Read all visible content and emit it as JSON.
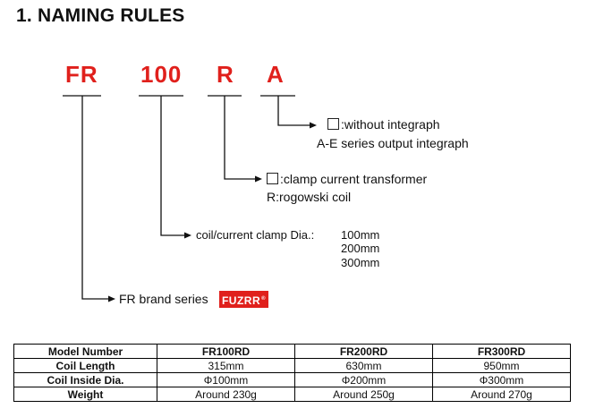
{
  "title": "1. NAMING RULES",
  "codes": [
    "FR",
    "100",
    "R",
    "A"
  ],
  "integraph": {
    "line1": ":without integraph",
    "line2": "A-E series output integraph"
  },
  "transformer": {
    "line1": ":clamp current transformer",
    "line2": "R:rogowski coil"
  },
  "dia": {
    "label": "coil/current clamp Dia.:",
    "values": [
      "100mm",
      "200mm",
      "300mm"
    ]
  },
  "brand": {
    "label": "FR brand series",
    "logo": "FUZRR",
    "logo_mark": "®"
  },
  "colors": {
    "accent": "#e0201c"
  },
  "table": {
    "header": [
      "Model Number",
      "FR100RD",
      "FR200RD",
      "FR300RD"
    ],
    "rows": [
      [
        "Coil Length",
        "315mm",
        "630mm",
        "950mm"
      ],
      [
        "Coil Inside Dia.",
        "Φ100mm",
        "Φ200mm",
        "Φ300mm"
      ],
      [
        "Weight",
        "Around 230g",
        "Around 250g",
        "Around 270g"
      ]
    ]
  }
}
